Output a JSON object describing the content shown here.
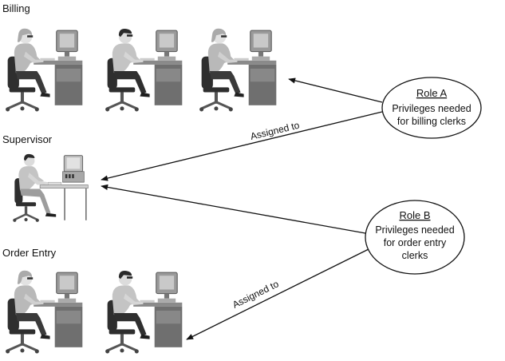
{
  "groups": {
    "billing": "Billing",
    "supervisor": "Supervisor",
    "order_entry": "Order Entry"
  },
  "roles": {
    "role_a": {
      "title": "Role A",
      "lines": [
        "Privileges needed",
        "for billing clerks"
      ]
    },
    "role_b": {
      "title": "Role B",
      "lines": [
        "Privileges needed",
        "for order entry",
        "clerks"
      ]
    }
  },
  "edges": {
    "assigned_to_a": "Assigned to",
    "assigned_to_b": "Assigned to"
  },
  "icons": {
    "female_clerk": "female-clerk-at-computer-icon",
    "male_clerk": "male-clerk-at-computer-icon",
    "supervisor": "supervisor-at-computer-icon"
  }
}
